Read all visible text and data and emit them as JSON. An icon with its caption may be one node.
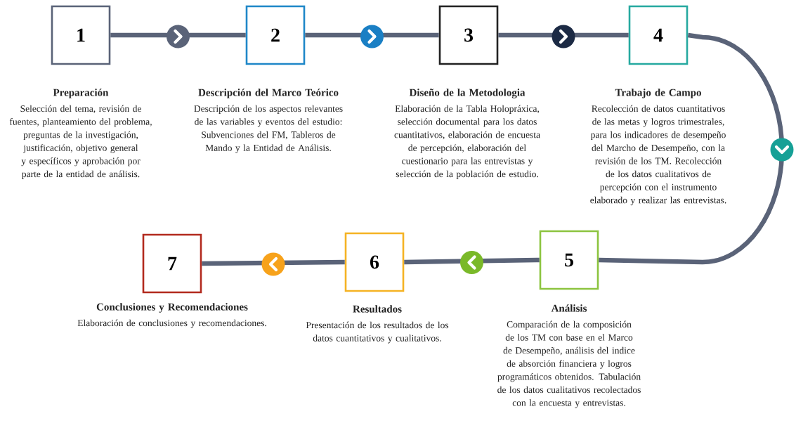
{
  "diagram": {
    "nodes": [
      {
        "text": [
          "1"
        ],
        "beside": [
          "Preparación",
          "Selección del tema, revisión de fuentes, planteamiento del problema, preguntas de la investigación, justificación, objetivo general y específicos y aprobación por parte de la entidad de análisis."
        ]
      },
      {
        "text": [
          "2"
        ],
        "beside": [
          "Descripción del Marco Teórico",
          "Descripción de los aspectos relevantes de las variables y eventos del estudio: Subvenciones del FM, Tableros de Mando y la Entidad de Análisis."
        ]
      },
      {
        "text": [
          "3"
        ],
        "beside": [
          "Diseño de la Metodologia",
          "Elaboración de la Tabla Holopráxica, selección documental para los datos cuantitativos, elaboración de encuesta de percepción, elaboración del cuestionario para las entrevistas y selección de la población de estudio."
        ]
      },
      {
        "text": [
          "4"
        ],
        "beside": [
          "Trabajo de Campo",
          "Recolección de datos cuantitativos de las metas y logros trimestrales, para los indicadores de desempeño del Marcho de Desempeño, con la revisión de los TM. Recolección de los datos cualitativos de percepción con el instrumento elaborado y realizar las entrevistas."
        ]
      },
      {
        "text": [
          "5"
        ],
        "beside": [
          "Análisis",
          "Comparación de la composición de los TM con base en el Marco de Desempeño, análisis del indice de absorción financiera y logros programáticos obtenidos. Tabulación de los datos cualitativos recolectados con la encuesta y entrevistas."
        ]
      },
      {
        "text": [
          "6"
        ],
        "beside": [
          "Resultados",
          "Presentación de los resultados de los datos cuantitativos y cualitativos."
        ]
      },
      {
        "text": [
          "7"
        ],
        "beside": [
          "Conclusiones y Recomendaciones",
          "Elaboración de conclusiones y recomendaciones."
        ]
      }
    ],
    "edges": [
      {
        "from": 0,
        "to": 1,
        "arrow": "to"
      },
      {
        "from": 1,
        "to": 2,
        "arrow": "to"
      },
      {
        "from": 2,
        "to": 3,
        "arrow": "to"
      },
      {
        "from": 3,
        "to": 4,
        "arrow": "to"
      },
      {
        "from": 4,
        "to": 5,
        "arrow": "to"
      },
      {
        "from": 5,
        "to": 6,
        "arrow": "to"
      }
    ]
  }
}
